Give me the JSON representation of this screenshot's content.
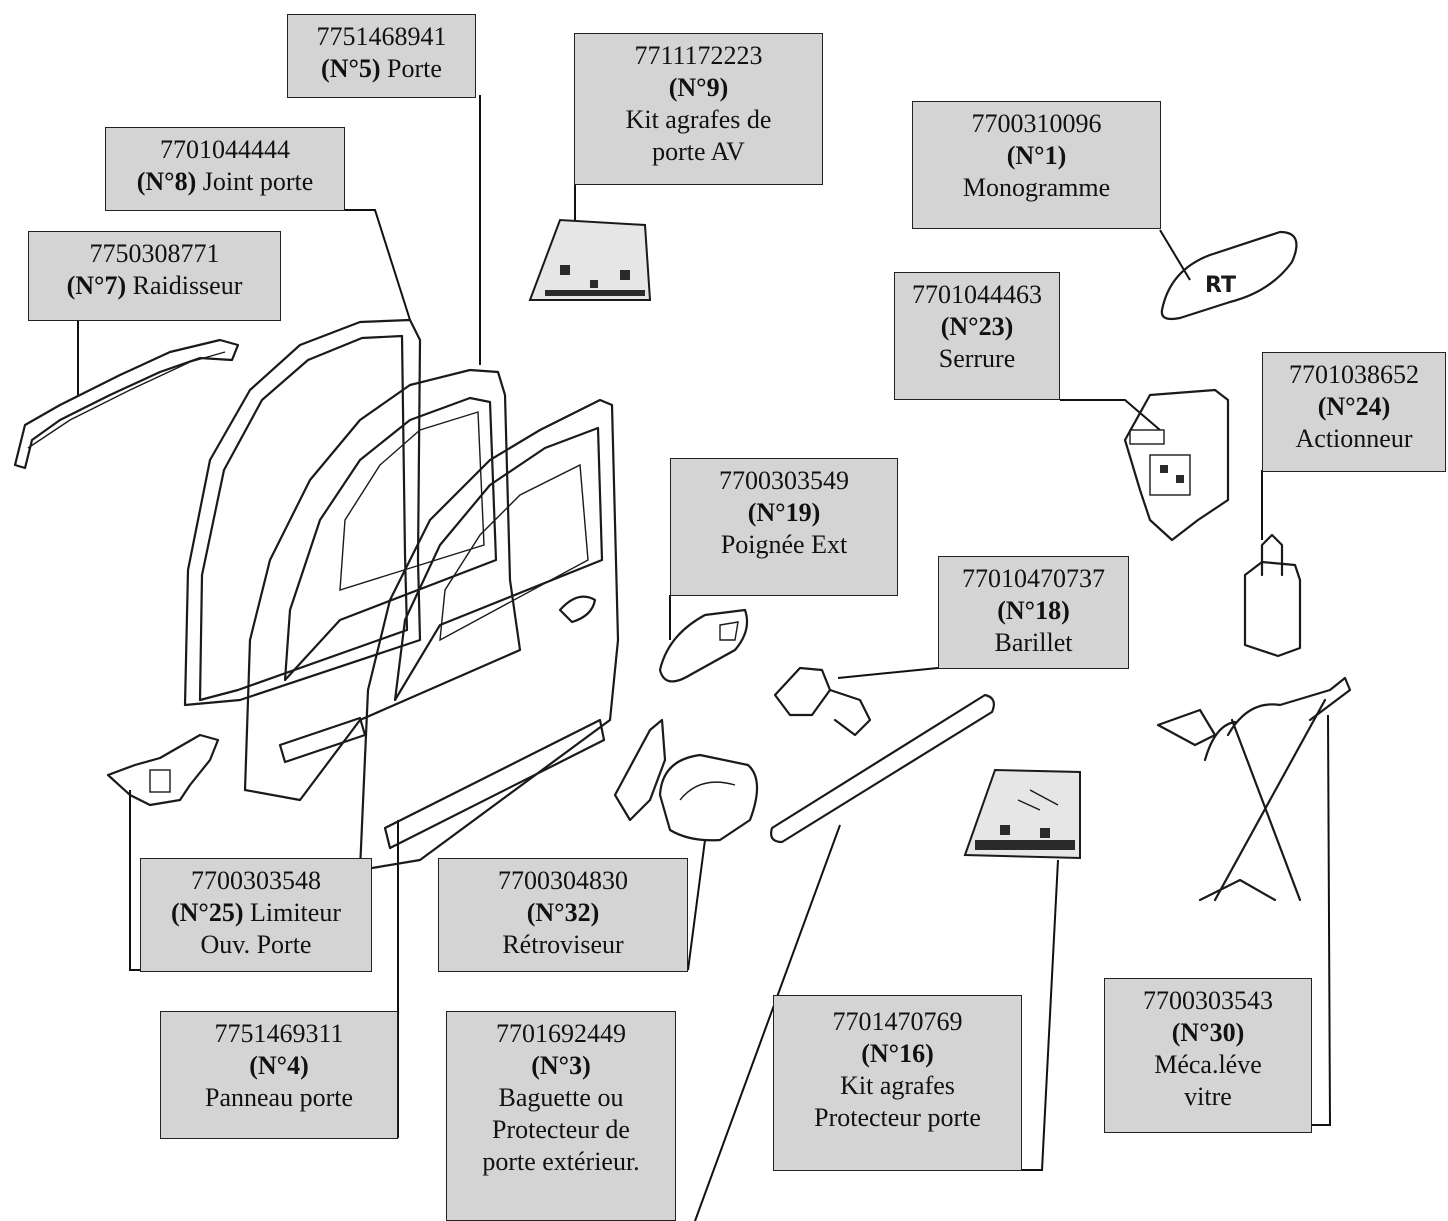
{
  "labels": [
    {
      "id": "n5",
      "ref": "7751468941",
      "num": "(N°5)",
      "line1": "Porte",
      "line2": ""
    },
    {
      "id": "n9",
      "ref": "7711172223",
      "num": "(N°9)",
      "line1": "Kit agrafes de",
      "line2": "porte AV"
    },
    {
      "id": "n1",
      "ref": "7700310096",
      "num": "(N°1)",
      "line1": "Monogramme",
      "line2": ""
    },
    {
      "id": "n8",
      "ref": "7701044444",
      "num": "(N°8)",
      "line1": "Joint porte",
      "line2": ""
    },
    {
      "id": "n7",
      "ref": "7750308771",
      "num": "(N°7)",
      "line1": "Raidisseur",
      "line2": ""
    },
    {
      "id": "n23",
      "ref": "7701044463",
      "num": "(N°23)",
      "line1": "Serrure",
      "line2": ""
    },
    {
      "id": "n24",
      "ref": "7701038652",
      "num": "(N°24)",
      "line1": "Actionneur",
      "line2": ""
    },
    {
      "id": "n19",
      "ref": "7700303549",
      "num": "(N°19)",
      "line1": "Poignée Ext",
      "line2": ""
    },
    {
      "id": "n18",
      "ref": "77010470737",
      "num": "(N°18)",
      "line1": "Barillet",
      "line2": ""
    },
    {
      "id": "n25",
      "ref": "7700303548",
      "num": "(N°25)",
      "line1": "Limiteur",
      "line2": "Ouv. Porte"
    },
    {
      "id": "n32",
      "ref": "7700304830",
      "num": "(N°32)",
      "line1": "Rétroviseur",
      "line2": ""
    },
    {
      "id": "n4",
      "ref": "7751469311",
      "num": "(N°4)",
      "line1": "Panneau porte",
      "line2": ""
    },
    {
      "id": "n3",
      "ref": "7701692449",
      "num": "(N°3)",
      "line1": "Baguette ou",
      "line2": "Protecteur de",
      "line3": "porte extérieur."
    },
    {
      "id": "n16",
      "ref": "7701470769",
      "num": "(N°16)",
      "line1": "Kit agrafes",
      "line2": "Protecteur porte"
    },
    {
      "id": "n30",
      "ref": "7700303543",
      "num": "(N°30)",
      "line1": "Méca.léve",
      "line2": "vitre"
    }
  ],
  "monogram_text": "RT"
}
